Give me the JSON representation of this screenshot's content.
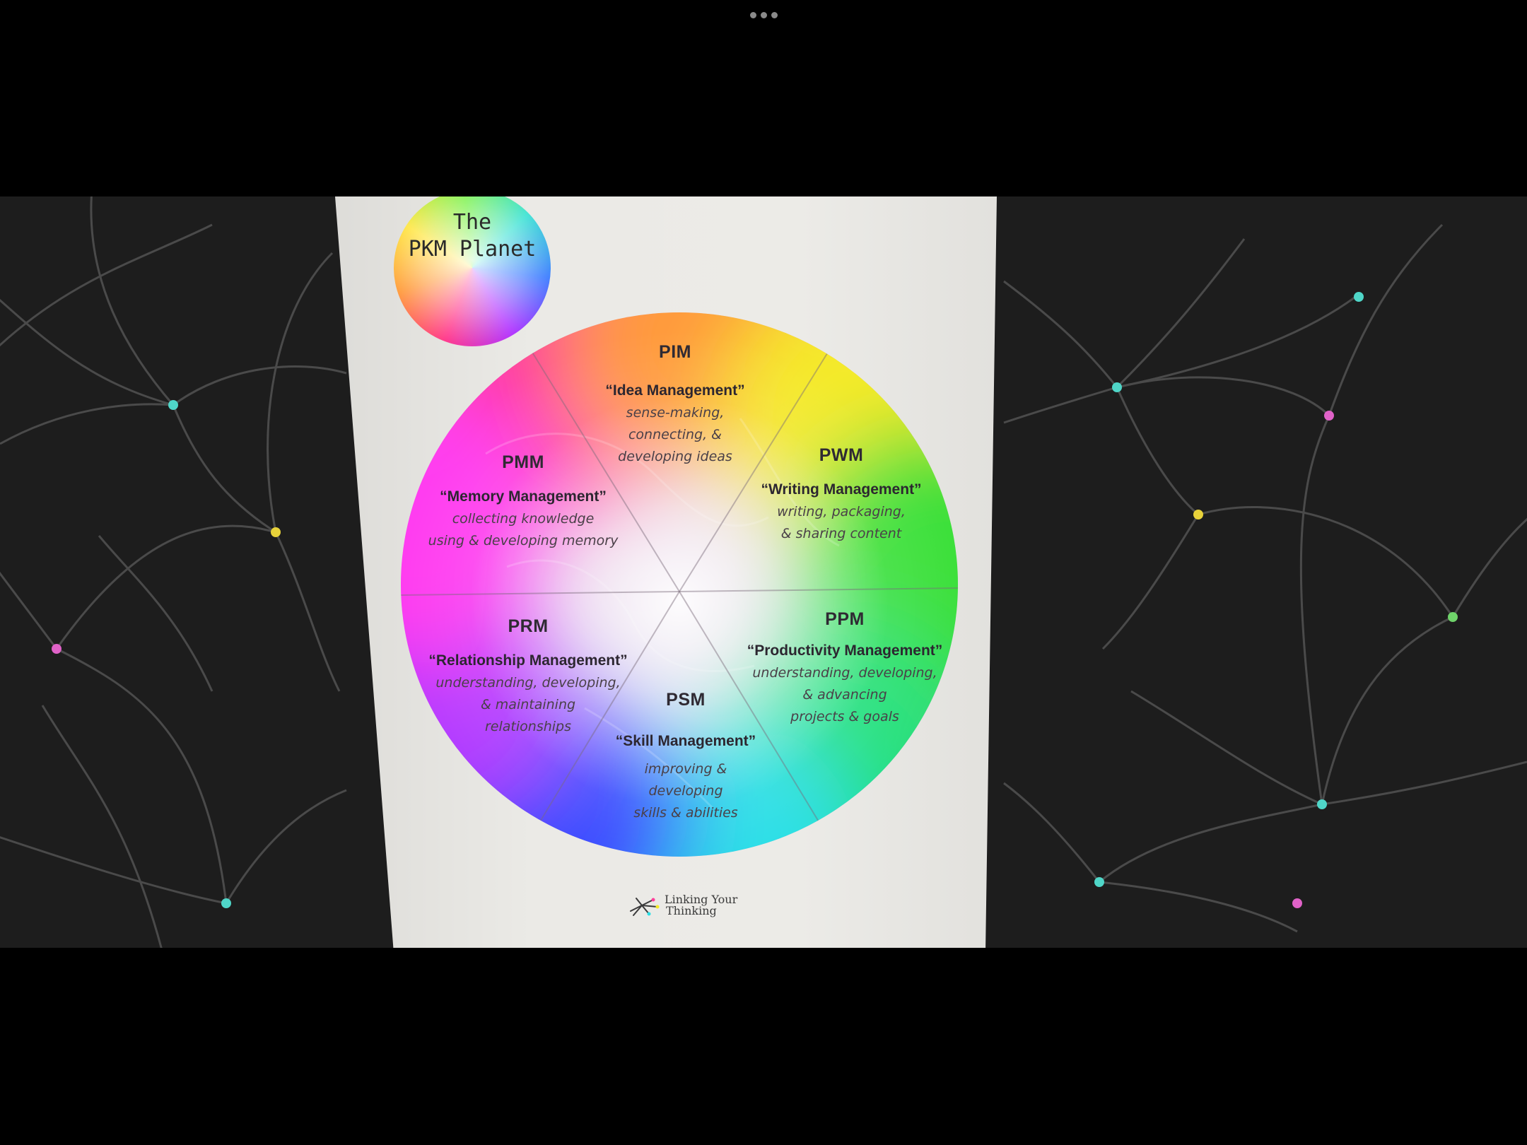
{
  "overlay": {
    "menu_icon": "more-horizontal-icon"
  },
  "poster": {
    "badge_title_line1": "The",
    "badge_title_line2": "PKM Planet",
    "segments": [
      {
        "key": "pim",
        "abbr": "PIM",
        "name": "“Idea Management”",
        "desc": [
          "sense-making,",
          "connecting, &",
          "developing ideas"
        ]
      },
      {
        "key": "pwm",
        "abbr": "PWM",
        "name": "“Writing Management”",
        "desc": [
          "writing, packaging,",
          "& sharing content"
        ]
      },
      {
        "key": "ppm",
        "abbr": "PPM",
        "name": "“Productivity Management”",
        "desc": [
          "understanding, developing,",
          "& advancing",
          "projects & goals"
        ]
      },
      {
        "key": "psm",
        "abbr": "PSM",
        "name": "“Skill Management”",
        "desc": [
          "improving &",
          "developing",
          "skills & abilities"
        ]
      },
      {
        "key": "prm",
        "abbr": "PRM",
        "name": "“Relationship Management”",
        "desc": [
          "understanding, developing,",
          "& maintaining",
          "relationships"
        ]
      },
      {
        "key": "pmm",
        "abbr": "PMM",
        "name": "“Memory Management”",
        "desc": [
          "collecting knowledge",
          "using & developing memory"
        ]
      }
    ],
    "logo_line1": "Linking Your",
    "logo_line2": "Thinking"
  },
  "colors": {
    "pink": "#ff3d9a",
    "orange": "#ff9a3c",
    "yellow": "#f5ea2a",
    "green": "#3ee03a",
    "cyan": "#2adfe6",
    "blue": "#3a4cff",
    "purple": "#b43aff",
    "magenta": "#ff3df0",
    "dot_teal": "#4fd6c8",
    "dot_yellow": "#e8d23a",
    "dot_pink": "#e062c8",
    "dot_green": "#6fd36a"
  }
}
